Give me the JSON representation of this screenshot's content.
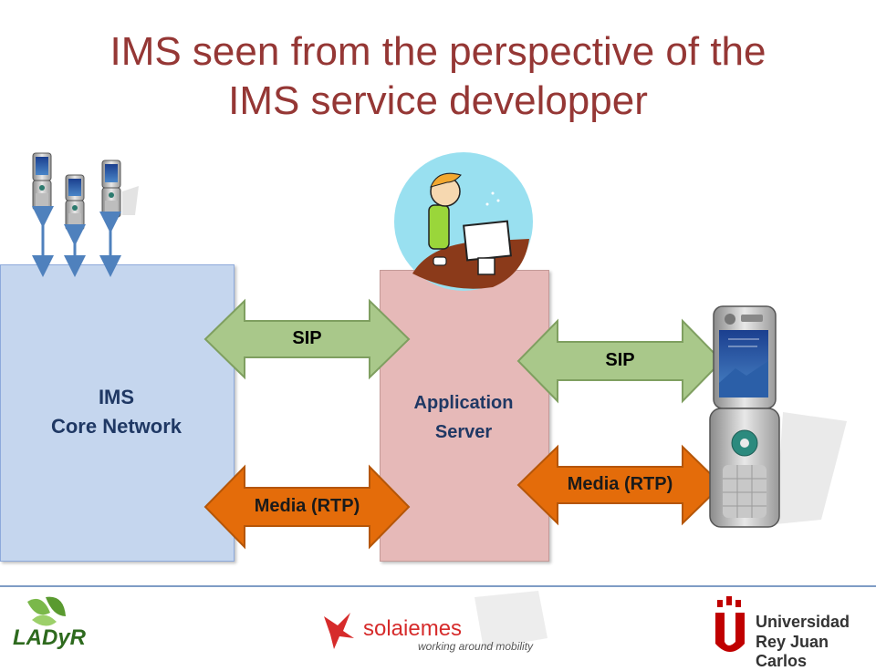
{
  "title": {
    "line1": "IMS seen from the perspective of the",
    "line2": "IMS service developper"
  },
  "ims_box": {
    "line1": "IMS",
    "line2": "Core Network"
  },
  "as_box": {
    "line1": "Application",
    "line2": "Server"
  },
  "arrows": {
    "sip_left": "SIP",
    "media_left": "Media (RTP)",
    "sip_right": "SIP",
    "media_right": "Media (RTP)"
  },
  "logos": {
    "ladyr": "LADyR",
    "solaiemes": "solaiemes",
    "solaiemes_tagline": "working around mobility",
    "urjc_line1": "Universidad",
    "urjc_line2": "Rey Juan Carlos"
  },
  "colors": {
    "title": "#953735",
    "ims_box": "#c5d6ee",
    "as_box": "#e6b9b8",
    "sip_arrow": "#a9c88a",
    "media_arrow": "#e46c0a",
    "label_text": "#1f3864"
  },
  "icons": [
    "phone-icon",
    "developer-at-computer-illustration",
    "double-arrow-icon"
  ]
}
